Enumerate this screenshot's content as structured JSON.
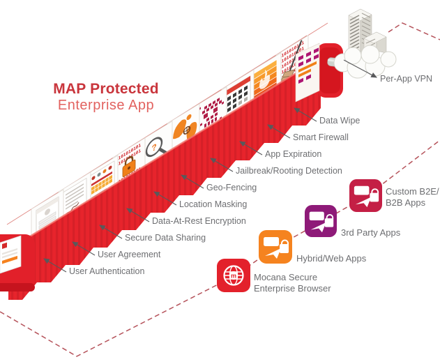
{
  "title": {
    "line1": "MAP Protected",
    "line2": "Enterprise App"
  },
  "features": [
    {
      "id": "user-authentication",
      "label": "User Authentication"
    },
    {
      "id": "user-agreement",
      "label": "User Agreement"
    },
    {
      "id": "secure-data-sharing",
      "label": "Secure Data Sharing"
    },
    {
      "id": "data-at-rest-encryption",
      "label": "Data-At-Rest Encryption"
    },
    {
      "id": "location-masking",
      "label": "Location Masking"
    },
    {
      "id": "geo-fencing",
      "label": "Geo-Fencing"
    },
    {
      "id": "jailbreak-rooting-detection",
      "label": "Jailbreak/Rooting Detection"
    },
    {
      "id": "app-expiration",
      "label": "App Expiration"
    },
    {
      "id": "smart-firewall",
      "label": "Smart Firewall"
    },
    {
      "id": "data-wipe",
      "label": "Data Wipe"
    },
    {
      "id": "per-app-vpn",
      "label": "Per-App VPN"
    }
  ],
  "apps": [
    {
      "id": "mocana-browser",
      "label1": "Mocana Secure",
      "label2": "Enterprise Browser",
      "color": "#e3212b"
    },
    {
      "id": "hybrid-web-apps",
      "label1": "Hybrid/Web Apps",
      "label2": "",
      "color": "#f5831f"
    },
    {
      "id": "third-party-apps",
      "label1": "3rd Party Apps",
      "label2": "",
      "color": "#8e1a78"
    },
    {
      "id": "custom-b2e-b2b-apps",
      "label1": "Custom B2E/",
      "label2": "B2B Apps",
      "color": "#c41f45"
    }
  ],
  "textures": {
    "binary": "0101010101",
    "monogram": "m"
  },
  "colors": {
    "stair_red": "#e7242c",
    "stair_stripe": "#c21a22",
    "title_red": "#c9353c",
    "title_light_red": "#e2625f",
    "label_gray": "#6d6e71",
    "dashed_line": "#b5525a",
    "orange": "#f5831f",
    "purple": "#8e1a78",
    "crimson": "#c41f45"
  }
}
